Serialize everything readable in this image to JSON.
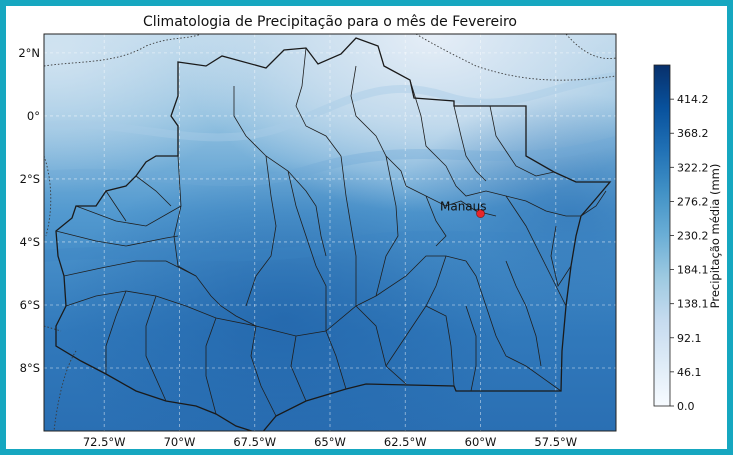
{
  "title": "Climatologia de Precipitação para o mês de Fevereiro",
  "map": {
    "lon_range": [
      -74.5,
      -55.5
    ],
    "lat_range": [
      -10,
      2.6
    ],
    "x_ticks": [
      {
        "value": -72.5,
        "label": "72.5°W"
      },
      {
        "value": -70,
        "label": "70°W"
      },
      {
        "value": -67.5,
        "label": "67.5°W"
      },
      {
        "value": -65,
        "label": "65°W"
      },
      {
        "value": -62.5,
        "label": "62.5°W"
      },
      {
        "value": -60,
        "label": "60°W"
      },
      {
        "value": -57.5,
        "label": "57.5°W"
      }
    ],
    "y_ticks": [
      {
        "value": 2,
        "label": "2°N"
      },
      {
        "value": 0,
        "label": "0°"
      },
      {
        "value": -2,
        "label": "2°S"
      },
      {
        "value": -4,
        "label": "4°S"
      },
      {
        "value": -6,
        "label": "6°S"
      },
      {
        "value": -8,
        "label": "8°S"
      }
    ],
    "grid": true,
    "city": {
      "name": "Manaus",
      "lon": -60.0,
      "lat": -3.1,
      "color": "#e8262a"
    }
  },
  "colorbar": {
    "label": "Precipitação média (mm)",
    "min": 0.0,
    "max": 460.3,
    "ticks": [
      {
        "value": 0.0,
        "label": "0.0"
      },
      {
        "value": 46.1,
        "label": "46.1"
      },
      {
        "value": 92.1,
        "label": "92.1"
      },
      {
        "value": 138.1,
        "label": "138.1"
      },
      {
        "value": 184.1,
        "label": "184.1"
      },
      {
        "value": 230.2,
        "label": "230.2"
      },
      {
        "value": 276.2,
        "label": "276.2"
      },
      {
        "value": 322.2,
        "label": "322.2"
      },
      {
        "value": 368.2,
        "label": "368.2"
      },
      {
        "value": 414.2,
        "label": "414.2"
      }
    ],
    "colors": [
      "#f7fbff",
      "#deebf7",
      "#c6dbef",
      "#9ecae1",
      "#6baed6",
      "#4292c6",
      "#2171b5",
      "#08519c",
      "#08306b"
    ]
  }
}
